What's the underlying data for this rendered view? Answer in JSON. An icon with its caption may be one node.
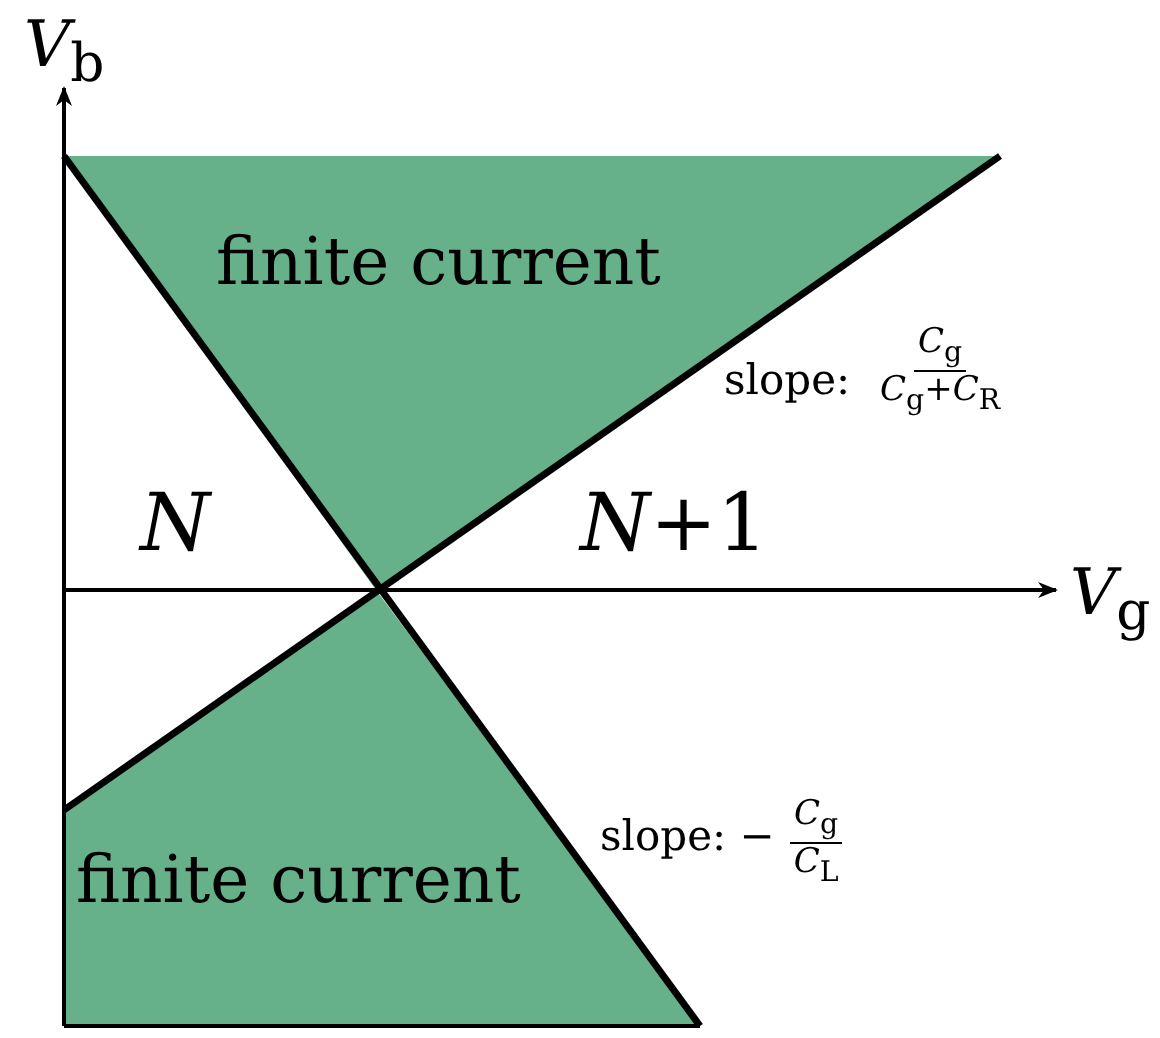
{
  "diagram": {
    "nodes": [
      {
        "text": [
          "finite current"
        ]
      },
      {
        "text": [
          "finite current"
        ]
      }
    ],
    "labels": [
      "*V*$_{b}$",
      "slope:",
      "*C*$_{g}$",
      "*C*$_{g}$+*C*$_{R}$",
      "*N*",
      "*N*+1",
      "*V*$_{g}$",
      "slope: −",
      "*C*$_{g}$",
      "*C*$_{L}$"
    ]
  }
}
